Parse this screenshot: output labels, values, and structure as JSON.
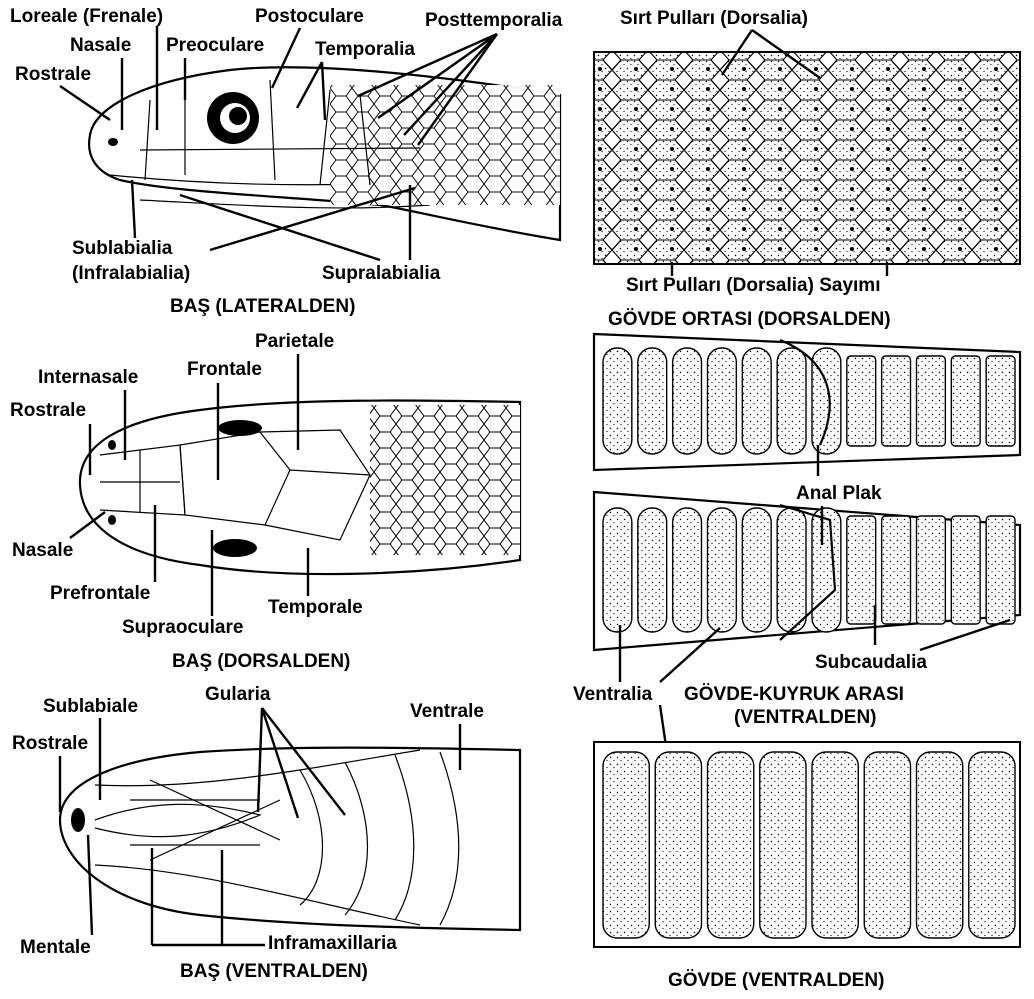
{
  "panels": {
    "head_lateral": {
      "caption": "BAŞ (LATERALDEN)",
      "labels": {
        "loreale": "Loreale (Frenale)",
        "nasale": "Nasale",
        "preoculare": "Preoculare",
        "postoculare": "Postoculare",
        "temporalia": "Temporalia",
        "posttemporalia": "Posttemporalia",
        "rostrale": "Rostrale",
        "sublabialia_1": "Sublabialia",
        "sublabialia_2": "(Infralabialia)",
        "supralabialia": "Supralabialia"
      }
    },
    "head_dorsal": {
      "caption": "BAŞ (DORSALDEN)",
      "labels": {
        "parietale": "Parietale",
        "internasale": "Internasale",
        "frontale": "Frontale",
        "rostrale": "Rostrale",
        "nasale": "Nasale",
        "prefrontale": "Prefrontale",
        "temporale": "Temporale",
        "supraoculare": "Supraoculare"
      }
    },
    "head_ventral": {
      "caption": "BAŞ (VENTRALDEN)",
      "labels": {
        "sublabiale": "Sublabiale",
        "gularia": "Gularia",
        "ventrale": "Ventrale",
        "rostrale": "Rostrale",
        "mentale": "Mentale",
        "inframaxillaria": "Inframaxillaria"
      }
    },
    "body_dorsal": {
      "caption": "GÖVDE ORTASI (DORSALDEN)",
      "labels": {
        "dorsalia": "Sırt Pulları (Dorsalia)",
        "dorsalia_count": "Sırt Pulları (Dorsalia) Sayımı"
      }
    },
    "body_tail_ventral": {
      "caption_1": "GÖVDE-KUYRUK ARASI",
      "caption_2": "(VENTRALDEN)",
      "labels": {
        "anal_plak": "Anal Plak",
        "subcaudalia": "Subcaudalia",
        "ventralia": "Ventralia"
      }
    },
    "body_ventral": {
      "caption": "GÖVDE (VENTRALDEN)"
    }
  }
}
